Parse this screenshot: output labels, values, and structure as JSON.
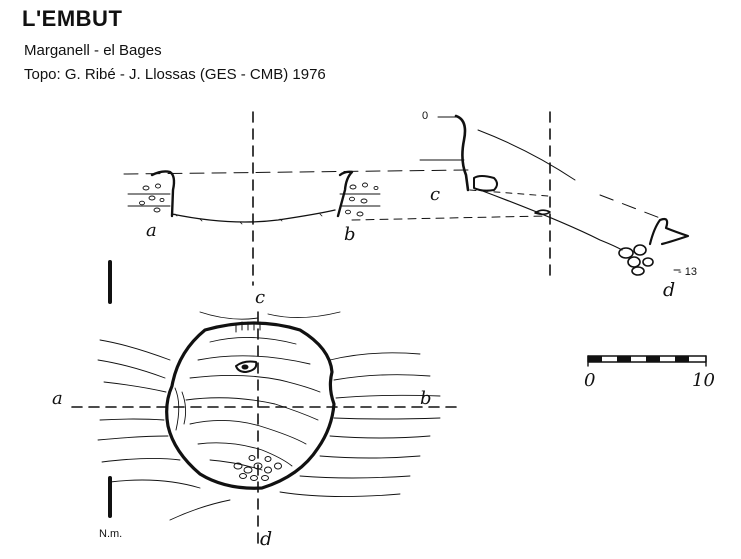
{
  "header": {
    "title": "L'EMBUT",
    "location": "Marganell - el Bages",
    "survey": "Topo: G. Ribé - J. Llossas (GES - CMB)  1976"
  },
  "section_labels": {
    "a": "a",
    "b": "b",
    "c": "c",
    "d": "d",
    "depth_top": "0",
    "depth_bottom": "- 13"
  },
  "plan_labels": {
    "a": "a",
    "b": "b",
    "c": "c",
    "d": "d",
    "north": "N.m."
  },
  "scale": {
    "start": "0",
    "end": "10",
    "segments": 6
  },
  "colors": {
    "ink": "#111111",
    "background": "#ffffff"
  }
}
